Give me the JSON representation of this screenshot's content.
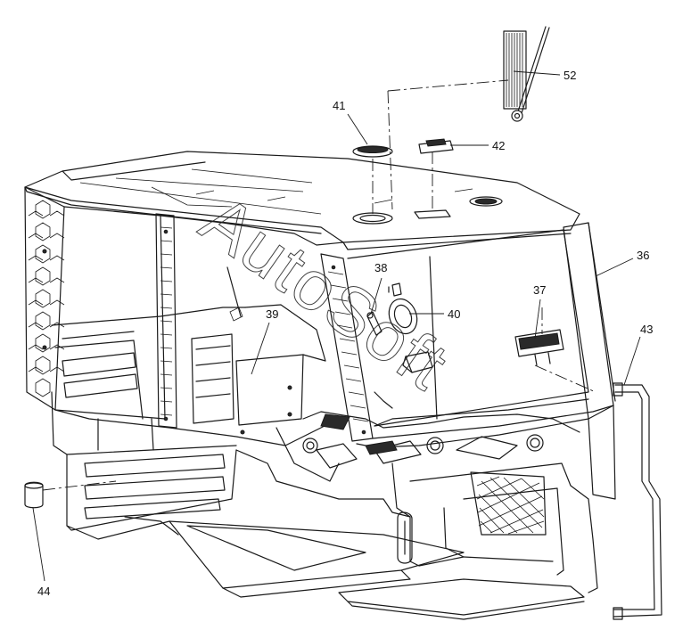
{
  "diagram": {
    "callouts": [
      {
        "id": "c52",
        "label": "52"
      },
      {
        "id": "c41",
        "label": "41"
      },
      {
        "id": "c42",
        "label": "42"
      },
      {
        "id": "c36",
        "label": "36"
      },
      {
        "id": "c37",
        "label": "37"
      },
      {
        "id": "c38",
        "label": "38"
      },
      {
        "id": "c39",
        "label": "39"
      },
      {
        "id": "c40",
        "label": "40"
      },
      {
        "id": "c43",
        "label": "43"
      },
      {
        "id": "c44",
        "label": "44"
      }
    ],
    "watermark": "AutoSoft"
  },
  "colors": {
    "line": "#1a1a1a",
    "background": "#ffffff"
  }
}
